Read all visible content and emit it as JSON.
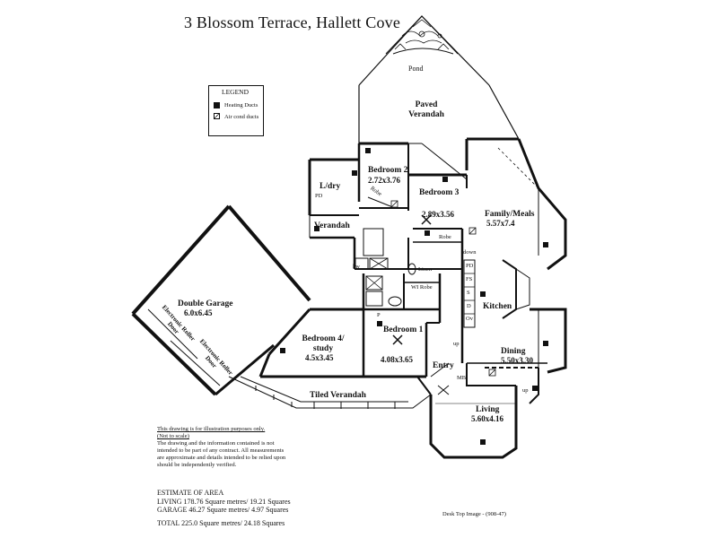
{
  "title": "3 Blossom Terrace,  Hallett Cove",
  "legend": {
    "heading": "LEGEND",
    "items": [
      {
        "symbol": "filled-square",
        "label": "Heating Ducts"
      },
      {
        "symbol": "hatched-square",
        "label": "Air cond ducts"
      }
    ]
  },
  "rooms": {
    "pond": "Pond",
    "paved_verandah": "Paved Verandah",
    "bedroom2": {
      "name": "Bedroom 2",
      "size": "2.72x3.76"
    },
    "bedroom3": {
      "name": "Bedroom 3",
      "size": "2.89x3.56"
    },
    "ldry": "L/dry",
    "verandah": "Verandah",
    "family": {
      "name": "Family/Meals",
      "size": "5.57x7.4"
    },
    "garage": {
      "name": "Double Garage",
      "size": "6.0x6.45"
    },
    "bedroom4": {
      "name": "Bedroom 4/ study",
      "size": "4.5x3.45"
    },
    "bedroom1": {
      "name": "Bedroom 1",
      "size": "4.08x3.65"
    },
    "kitchen": "Kitchen",
    "dining": {
      "name": "Dining",
      "size": "5.50x3.30"
    },
    "entry": "Entry",
    "living": {
      "name": "Living",
      "size": "5.60x4.16"
    },
    "tiled_verandah": "Tiled Verandah"
  },
  "labels": {
    "robe": "Robe",
    "wi_robe": "WI Robe",
    "linen": "Linen",
    "down": "down",
    "up_kitchen": "up",
    "up_dining": "up",
    "pd": "PD",
    "fs": "FS",
    "sink": "S",
    "dw": "D",
    "ov": "Ov",
    "p": "P",
    "hw": "hw",
    "mb": "MB",
    "roller1": "Electronic Roller Door",
    "roller2": "Electronic Roller Door"
  },
  "disclaimer": {
    "line1": "This drawing is for illustration purposes only.",
    "line2": "(Not to scale)",
    "body": "The drawing and the information contained is not intended to be part of any contract.  All measurements are approximate and details intended to be relied upon should be independently verified."
  },
  "estimate": {
    "heading": "ESTIMATE OF AREA",
    "living": "LIVING 178.76 Square metres/ 19.21 Squares",
    "garage": "GARAGE 46.27 Square metres/ 4.97 Squares",
    "total": "TOTAL    225.0 Square metres/ 24.18  Squares"
  },
  "credit": "Desk Top Image -  (908-47)"
}
